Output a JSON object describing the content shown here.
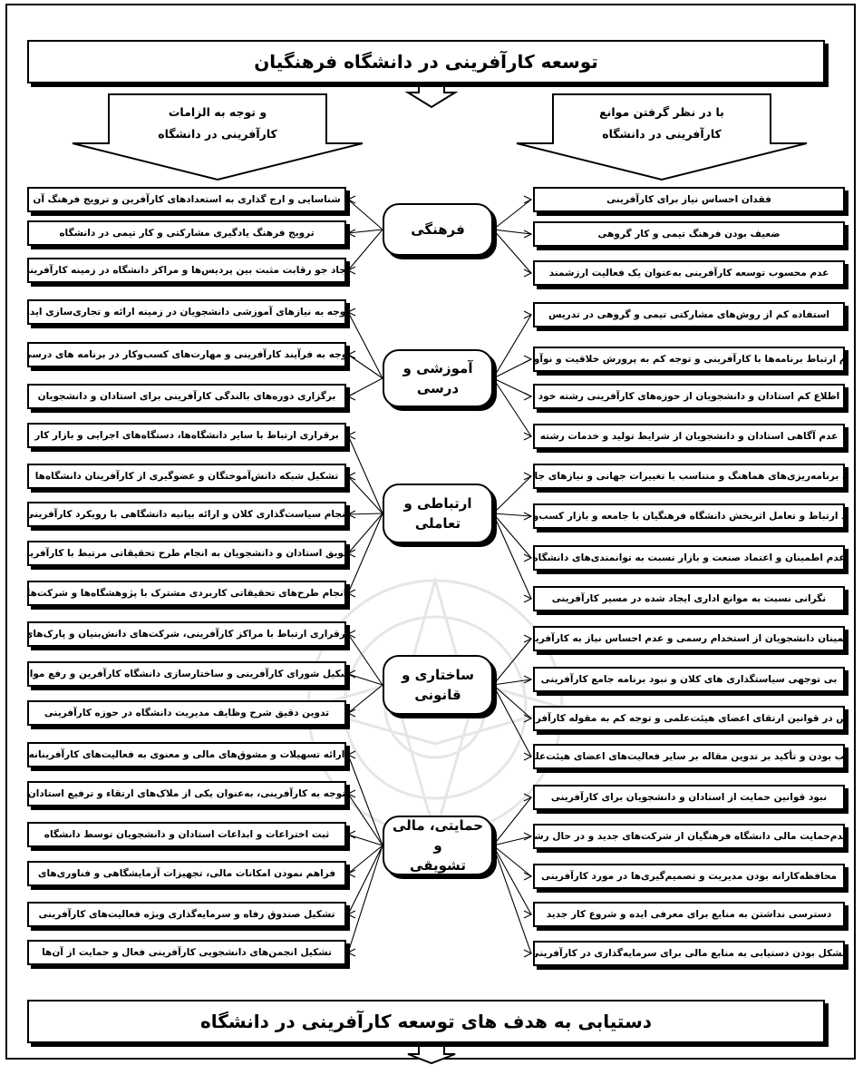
{
  "main_title": "توسعه کارآفرینی در دانشگاه فرهنگیان",
  "bottom_title": "دستیابی به هدف های توسعه کارآفرینی در دانشگاه",
  "left_header": "و توجه به الزامات\nکارآفرینی در دانشگاه",
  "right_header": "با در نظر گرفتن موانع\nکارآفرینی در دانشگاه",
  "categories": [
    {
      "label": "فرهنگی"
    },
    {
      "label": "آموزشی و\nدرسی"
    },
    {
      "label": "ارتباطی و\nتعاملی"
    },
    {
      "label": "ساختاری و\nقانونی"
    },
    {
      "label": "حمایتی، مالی و\nتشویقی"
    }
  ],
  "left_items": [
    "شناسایی و ارج گذاری به استعدادهای کارآفرین و ترویج فرهنگ آن",
    "ترویج فرهنگ یادگیری مشارکتی و کار تیمی در دانشگاه",
    "ایجاد جو رقابت مثبت بین پردیس‌ها و مراکز دانشگاه در زمینه کارآفرینی",
    "توجه به نیازهای آموزشی دانشجویان در زمینه ارائه و تجاری‌سازی ایده",
    "توجه به فرآیند کارآفرینی و مهارت‌های کسب‌وکار در برنامه های درسی",
    "برگزاری دوره‌های بالندگی کارآفرینی برای استادان و دانشجویان",
    "برقراری ارتباط با سایر دانشگاه‌ها، دستگاه‌های اجرایی و بازار کار",
    "تشکیل شبکه دانش‌آموختگان و عضوگیری از کارآفرینان دانشگاه‌ها",
    "انجام سیاست‌گذاری کلان و ارائه بیانیه دانشگاهی با رویکرد کارآفرینی",
    "تشویق استادان و دانشجویان به انجام طرح تحقیقاتی مرتبط با کارآفرینی",
    "انجام طرح‌های تحقیقاتی کاربردی مشترک با پژوهشگاه‌ها و شرکت‌ها",
    "برقراری ارتباط با مراکز کارآفرینی، شرکت‌های دانش‌بنیان و پارک‌های",
    "تشکیل شورای کارآفرینی و ساختارسازی دانشگاه کارآفرین و رفع موانع",
    "تدوین دقیق شرح وظایف مدیریت دانشگاه در حوزه کارآفرینی",
    "ارائه تسهیلات و مشوق‌های مالی و معنوی به فعالیت‌های کارآفرینانه",
    "توجه به کارآفرینی، به‌عنوان یکی از ملاک‌های ارتقاء و ترفیع استادان",
    "ثبت اختراعات و ابداعات استادان و دانشجویان توسط دانشگاه",
    "فراهم نمودن امکانات مالی، تجهیزات آزمایشگاهی و فناوری‌های",
    "تشکیل صندوق رفاه و سرمایه‌گذاری ویژه فعالیت‌های کارآفرینی",
    "تشکیل انجمن‌های دانشجویی کارآفرینی فعال و حمایت از آن‌ها"
  ],
  "right_items": [
    "فقدان احساس نیاز برای کارآفرینی",
    "ضعیف بودن فرهنگ تیمی و کار گروهی",
    "عدم محسوب توسعه کارآفرینی به‌عنوان یک فعالیت ارزشمند",
    "استفاده کم از روش‌های مشارکتی تیمی و گروهی در تدریس",
    "عدم ارتباط برنامه‌ها با کارآفرینی و توجه کم به پرورش خلاقیت و نوآوری",
    "اطلاع کم استادان و دانشجویان از حوزه‌های کارآفرینی رشته خود",
    "عدم آگاهی استادان و دانشجویان از شرایط تولید و خدمات رشته",
    "نبود برنامه‌ریزی‌های هماهنگ و متناسب با تغییرات جهانی و نیازهای جامعه",
    "نبود ارتباط و تعامل اثربخش دانشگاه فرهنگیان با جامعه و بازار کسب‌وکار",
    "عدم اطمینان و اعتماد صنعت و بازار  نسبت به توانمندی‌های دانشگاه",
    "نگرانی نسبت به موانع اداری ایجاد شده در مسیر کارآفرینی",
    "اطمینان دانشجویان از استخدام رسمی و عدم احساس نیاز به کارآفرینی",
    "بی توجهی سیاستگذاری های کلان و نبود برنامه جامع کارآفرینی",
    "نقص در قوانین ارتقای اعضای هیئت‌علمی و توجه کم به مقوله کارآفرینی",
    "غالب بودن و تأکید بر تدوین مقاله بر سایر فعالیت‌های اعضای هیئت‌علمی",
    "نبود قوانین حمایت از استادان و دانشجویان برای کارآفرینی",
    "عدم‌حمایت مالی دانشگاه فرهنگیان از شرکت‌های جدید و در حال رشد",
    "محافظه‌کارانه بودن مدیریت و تصمیم‌گیری‌ها در مورد کارآفرینی",
    "دسترسی نداشتن به منابع برای معرفی ایده و شروع کار جدید",
    "مشکل بودن دستیابی به منابع مالی برای سرمایه‌گذاری در کارآفرینی"
  ]
}
